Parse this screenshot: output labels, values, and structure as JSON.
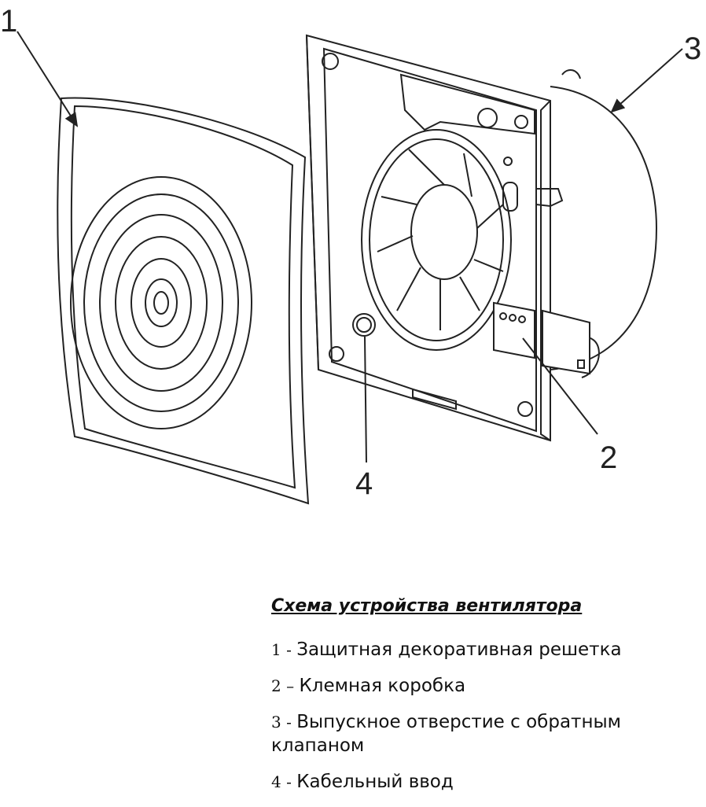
{
  "diagram": {
    "callouts": [
      "1",
      "2",
      "3",
      "4"
    ]
  },
  "legend": {
    "title": "Схема устройства вентилятора",
    "items": [
      {
        "num": "1",
        "sep": " - ",
        "text": "Защитная декоративная решетка"
      },
      {
        "num": "2",
        "sep": " – ",
        "text": "Клемная коробка"
      },
      {
        "num": "3",
        "sep": " - ",
        "text": "Выпускное отверстие с обратным клапаном"
      },
      {
        "num": "4",
        "sep": " - ",
        "text": "Кабельный ввод"
      }
    ]
  }
}
